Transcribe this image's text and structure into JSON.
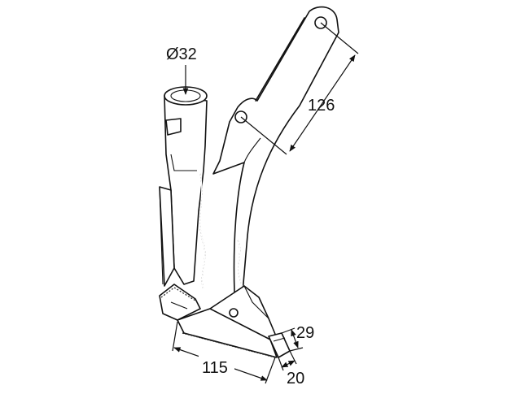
{
  "drawing": {
    "dim_diameter": "Ø32",
    "dim_hole_spacing": "126",
    "dim_length": "115",
    "dim_height": "29",
    "dim_width": "20"
  }
}
